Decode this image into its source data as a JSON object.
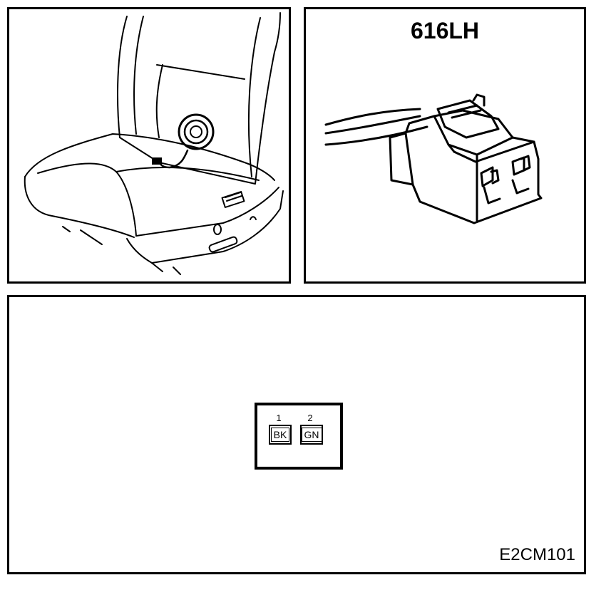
{
  "connector": {
    "title": "616LH"
  },
  "pinout": {
    "pins": [
      {
        "number": "1",
        "color": "BK"
      },
      {
        "number": "2",
        "color": "GN"
      }
    ],
    "code": "E2CM101"
  }
}
